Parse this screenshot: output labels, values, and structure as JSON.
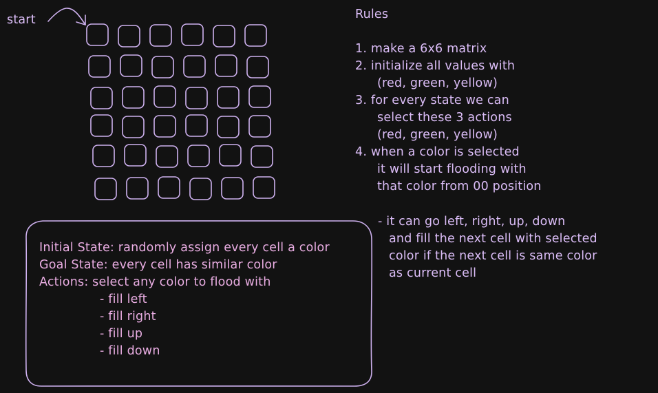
{
  "colors": {
    "background": "#121212",
    "stroke": "#ceb1ef",
    "text_purple": "#dbbdf7",
    "text_pink": "#e9ade2"
  },
  "start_label": "start",
  "grid": {
    "rows": 6,
    "cols": 6
  },
  "rules": {
    "title": "Rules",
    "lines": [
      "1. make a 6x6 matrix",
      "2. initialize all values with",
      "(red, green, yellow)",
      "3. for every state we can",
      "select these 3 actions",
      "(red, green, yellow)",
      "4. when a color is selected",
      "it will start flooding with",
      "that color from 00 position"
    ],
    "note_lines": [
      "- it can go left, right, up, down",
      "and fill the next cell with selected",
      "color if the next cell is same color",
      "as current cell"
    ]
  },
  "state_box": {
    "lines": [
      "Initial State: randomly assign every cell a color",
      "Goal State: every cell has similar color",
      "Actions: select any color to flood with"
    ],
    "action_items": [
      "- fill left",
      "- fill right",
      "- fill up",
      "- fill down"
    ]
  }
}
